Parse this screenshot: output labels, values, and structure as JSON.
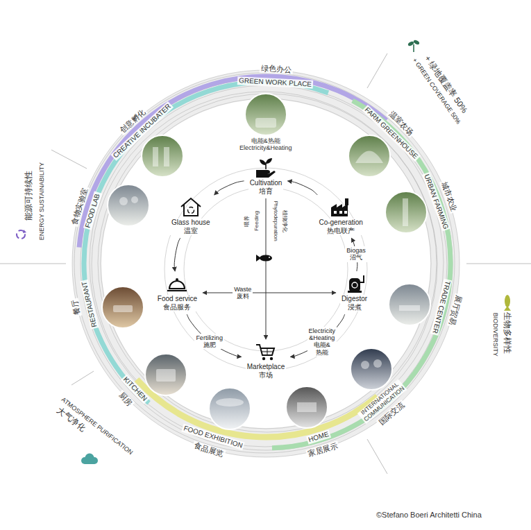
{
  "diagram": {
    "nodes": [
      {
        "text": [
          "Cultivation",
          "培育"
        ]
      },
      {
        "text": [
          "Glass house",
          "温室"
        ]
      },
      {
        "text": [
          "Co-generation",
          "热电联产"
        ]
      },
      {
        "text": [
          "Food service",
          "食品服务"
        ]
      },
      {
        "text": [
          "Digestor",
          "浸煮"
        ]
      },
      {
        "text": [
          "Marketplace",
          "市场"
        ]
      }
    ],
    "edges": [
      {
        "from": 0,
        "to": 1,
        "arrow": "to"
      },
      {
        "from": 1,
        "to": 3,
        "arrow": "to"
      },
      {
        "from": 3,
        "to": 5,
        "arrow": "to",
        "label": "Fertilizing 施肥"
      },
      {
        "from": 4,
        "to": 5,
        "arrow": "to",
        "label": "Electricity &Heating 电能&热能"
      },
      {
        "from": 4,
        "to": 2,
        "arrow": "to",
        "label": "Biogas 沼气"
      },
      {
        "from": 2,
        "to": 0,
        "arrow": "to"
      },
      {
        "from": 3,
        "to": 4,
        "arrow": "both",
        "label": "Waste 废料"
      },
      {
        "from": 0,
        "to": 5,
        "arrow": "to"
      }
    ],
    "labels": [
      "绿色办公",
      "GREEN WORK PLACE",
      "创意孵化",
      "CREATIVE INCUBATER",
      "食物实验室",
      "FOOD LAB",
      "餐厅",
      "RESTAURANT",
      "厨房",
      "KITCHEN",
      "FOOD EXHIBITION",
      "食品展览",
      "HOME",
      "家居展示",
      "INTERNATIONAL COMMUNICATION",
      "国际交流",
      "TRADE CENTER",
      "展厅贸易",
      "城市农业",
      "URBAN FARMING",
      "温室农场",
      "FARM GREENHOUSE",
      "+ 绿地覆盖率 50%",
      "+ GREEN COVERAGE 50%",
      "生物多样性",
      "BIODIVERSITY",
      "大气净化",
      "ATMOSPHERE PURIFICATION",
      "能源可持续性",
      "ENERGY SUSTAINABILITY",
      "电能&热能 Electricity&Heating",
      "喂养",
      "Feeding",
      "植物净化",
      "Phytodepuration",
      "©Stefano Boeri Architetti China"
    ]
  }
}
